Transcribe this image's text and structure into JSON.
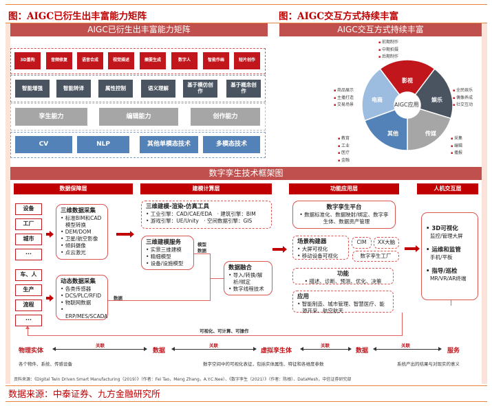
{
  "left_title": "图：AIGC已衍生出丰富能力矩阵",
  "right_title": "图：AIGC交互方式持续丰富",
  "matrix": {
    "header": "AIGC已衍生出丰富能力矩阵",
    "row1": [
      "3D重构",
      "音频修复",
      "语音合成",
      "视觉描述",
      "摘要生成",
      "数字人",
      "智能作画",
      "短片创作"
    ],
    "row2": [
      "智能增强",
      "智能转译",
      "属性控制",
      "语义理解",
      "基于模仿创作",
      "基于概念创作"
    ],
    "row3": [
      "孪生能力",
      "编辑能力",
      "创作能力"
    ],
    "row4": [
      "CV",
      "NLP",
      "其他单模态技术",
      "多模态技术"
    ]
  },
  "interaction": {
    "header": "AIGC交互方式持续丰富",
    "center": "AIGC应用",
    "segments": [
      {
        "label": "影视",
        "color": "#c0161c",
        "items": [
          "前期制作",
          "中期拍摄",
          "后期制作"
        ]
      },
      {
        "label": "娱乐",
        "color": "#4a5460",
        "items": [
          "全民娱乐",
          "偶像养成",
          "社交互动"
        ]
      },
      {
        "label": "传媒",
        "color": "#a6a6a6",
        "items": [
          "采集",
          "编辑",
          "播报"
        ]
      },
      {
        "label": "其他",
        "color": "#5382b8",
        "items": [
          "教育",
          "工业",
          "医疗",
          "金融"
        ]
      },
      {
        "label": "电商",
        "color": "#9dbde0",
        "items": [
          "商品展示",
          "主播打造",
          "交易场景"
        ]
      }
    ]
  },
  "framework": {
    "header": "数字孪生技术框架图",
    "layers": [
      "数据保障层",
      "建模计算层",
      "功能应用层",
      "人机交互层"
    ],
    "sources_a": [
      "设备",
      "工厂",
      "城市",
      "···"
    ],
    "sources_b": [
      "车、人",
      "生产",
      "流程",
      "···"
    ],
    "collect3d": {
      "title": "三维数据采集",
      "items": [
        "标准BIM和CAD模型转换",
        "DEM/DOM",
        "卫星/航空影像",
        "倾斜摄像",
        "点云激光"
      ]
    },
    "dynamic": {
      "title": "动态数据采集",
      "items": [
        "各类传感器",
        "DCS/PLC/RFID",
        "物联网数据",
        "ERP/MES/SCADA"
      ]
    },
    "tools": {
      "title": "三维建模-渲染-仿真工具",
      "items": [
        "工业引擎：CAD/CAE/EDA　· 建筑引擎：BIM",
        "游戏引擎：UE/Unity　· 空间数据引擎：GIS"
      ]
    },
    "modeling": {
      "title": "三维建模服务",
      "items": [
        "实景三维建模",
        "精细模型",
        "设备/设施模型"
      ]
    },
    "model_data_label": "模型数据",
    "data_label": "数据",
    "fusion": {
      "title": "数据融合",
      "items": [
        "导入/转换/解析/绑定",
        "数字线程技术"
      ]
    },
    "platform": {
      "title": "数字孪生平台",
      "items": [
        "数据标准化、数据映射/绑定、数字孪生体、数据资产管理"
      ]
    },
    "scene": {
      "title": "场景构建器",
      "items": [
        "大屏可视化",
        "移动设备可视化"
      ]
    },
    "cim": "CIM",
    "brain": "XX大脑",
    "factory": "数字孪生工厂",
    "function": {
      "title": "功能",
      "items": [
        "描述、诊断、预测、优化、决策"
      ]
    },
    "application": {
      "title": "应用",
      "items": [
        "智能制造、城市管理、智慧医疗、能源开采、航空航天"
      ]
    },
    "hci": [
      {
        "title": "3D可视化",
        "sub": "监控/管理大屏"
      },
      {
        "title": "运维和监管",
        "sub": "手机/平板"
      },
      {
        "title": "指导/巡检",
        "sub": "MR/VR/AR终端"
      }
    ],
    "feedback": "可视化、可计算、可操作",
    "chain": [
      "物理实体",
      "数据",
      "虚拟孪生体",
      "数据",
      "服务"
    ],
    "relation": "关联",
    "chain_notes": [
      "各个物件、系统、传感设备",
      "数字空间中的可视化表征，包括实体属性、特征和各维度参数",
      "系统产出的结果与对现实的意义"
    ],
    "source": "资料来源：《Digital Twin Driven Smart Manufacturing（2019）》（作者：Fei Tao，Meng Zhang，A.Y.C.Nee）、《数字孪生（2021）》（作者：陈根）、DataMesh，中信证券研究部"
  },
  "footer": "数据来源：中泰证券、九方金融研究所"
}
